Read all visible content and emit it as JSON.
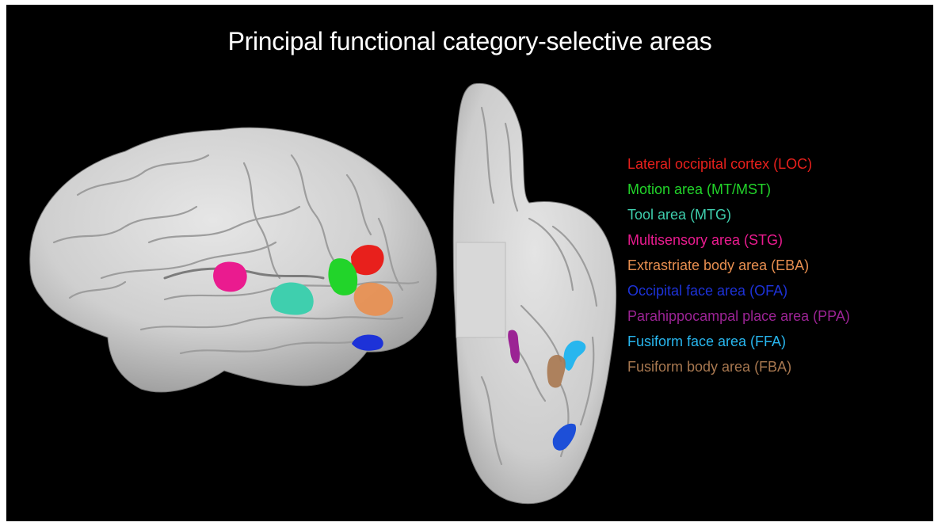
{
  "title": "Principal functional category-selective areas",
  "legend": [
    {
      "label": "Lateral occipital cortex (LOC)",
      "color": "#e8201c"
    },
    {
      "label": "Motion area (MT/MST)",
      "color": "#22d42a"
    },
    {
      "label": "Tool area (MTG)",
      "color": "#3fcfae"
    },
    {
      "label": "Multisensory area (STG)",
      "color": "#ea1b8f"
    },
    {
      "label": "Extrastriate body area (EBA)",
      "color": "#e88f50"
    },
    {
      "label": "Occipital face area (OFA)",
      "color": "#1d32d8"
    },
    {
      "label": "Parahippocampal place area (PPA)",
      "color": "#9b2394"
    },
    {
      "label": "Fusiform face area (FFA)",
      "color": "#28b6ee"
    },
    {
      "label": "Fusiform body area (FBA)",
      "color": "#a87850"
    }
  ],
  "brain_views": [
    "lateral-view",
    "ventral-view"
  ]
}
